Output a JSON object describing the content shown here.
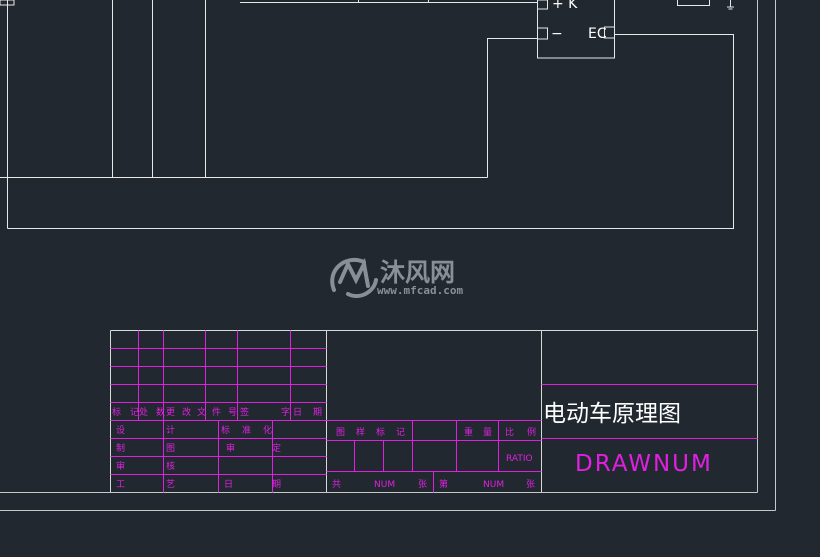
{
  "drawing": {
    "colors": {
      "background": "#212830",
      "linework": "#ffffff",
      "titleblock": "#e020e0"
    }
  },
  "device": {
    "pins": {
      "k_label": "+ K",
      "neg_label": "−",
      "ec_label": "EC"
    }
  },
  "watermark": {
    "name": "沐风网",
    "url": "www.mfcad.com"
  },
  "title_block": {
    "revision_header": [
      "标",
      "记",
      "处",
      "数",
      "更",
      "改",
      "文",
      "件",
      "号",
      "签",
      "字",
      "日",
      "期"
    ],
    "rows": [
      [
        "设",
        "计",
        "标",
        "准",
        "化"
      ],
      [
        "制",
        "图",
        "审",
        "定"
      ],
      [
        "审",
        "核"
      ],
      [
        "工",
        "艺",
        "日",
        "期"
      ]
    ],
    "mid_header": [
      "图",
      "样",
      "标",
      "记",
      "重",
      "量",
      "比",
      "例"
    ],
    "ratio": "RATIO",
    "sheet": [
      "共",
      "张",
      "第",
      "张"
    ],
    "sheet_fields": [
      "NUM",
      "NUM"
    ],
    "title": "电动车原理图",
    "drawnum": "DRAWNUM"
  }
}
